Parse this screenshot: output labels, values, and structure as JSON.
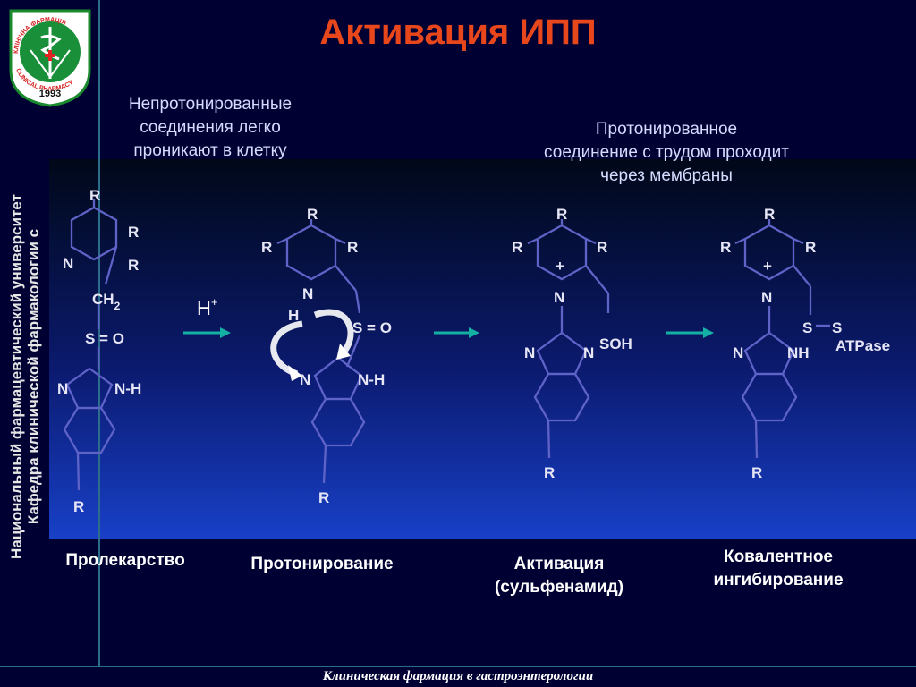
{
  "title": "Активация ИПП",
  "footer": "Клиническая фармация в гастроэнтерологии",
  "vertical_text": {
    "line1": "Национальный фармацевтический университет",
    "line2": "Кафедра клинической фармакологии с"
  },
  "logo": {
    "top_text": "КЛІНІЧНА ФАРМАЦІЯ",
    "bottom_text": "CLINICAL PHARMACY",
    "year": "1993"
  },
  "notes": {
    "left": [
      "Непротонированные",
      "соединения легко",
      "проникают в клетку"
    ],
    "right": [
      "Протонированное",
      "соединение с трудом проходит",
      "через мембраны"
    ]
  },
  "stages": {
    "prodrug": "Пролекарство",
    "protonation": "Протонирование",
    "activation": [
      "Активация",
      "(сульфенамид)"
    ],
    "covalent": [
      "Ковалентное",
      "ингибирование"
    ]
  },
  "reagent": {
    "h": "H",
    "plus": "+"
  },
  "atoms": {
    "R": "R",
    "N": "N",
    "NH": "NH",
    "NdashH": "N-H",
    "H": "H",
    "CH2": "CH",
    "sub2": "2",
    "SO": "S = O",
    "SOH": "SOH",
    "S": "S",
    "ATPase": "ATPase",
    "plus": "+",
    "dash": "—"
  },
  "colors": {
    "background": "#000033",
    "title": "#e8461b",
    "bond": "#5f63c8",
    "arrow": "#14b0a4",
    "frame_line": "#2d6d8c"
  }
}
